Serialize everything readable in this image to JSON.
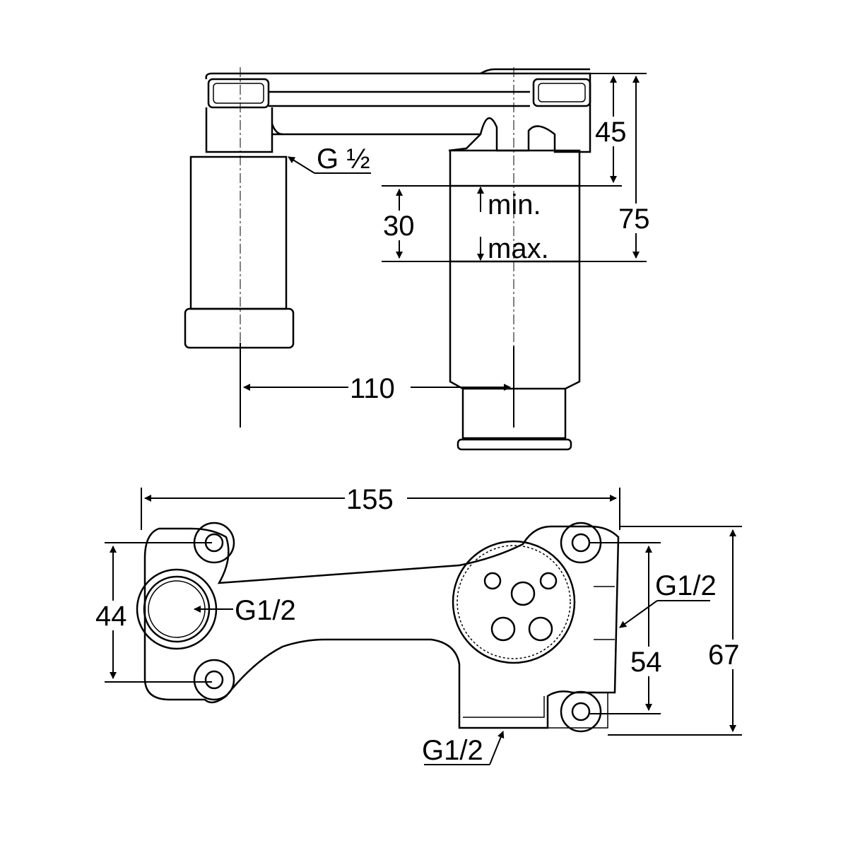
{
  "top_view": {
    "thread_label": "G ½",
    "dim_30": "30",
    "min_label": "min.",
    "max_label": "max.",
    "dim_45": "45",
    "dim_75": "75",
    "dim_110": "110"
  },
  "bottom_view": {
    "dim_155": "155",
    "dim_44": "44",
    "thread_left": "G1/2",
    "thread_right": "G1/2",
    "thread_bottom": "G1/2",
    "dim_54": "54",
    "dim_67": "67"
  }
}
